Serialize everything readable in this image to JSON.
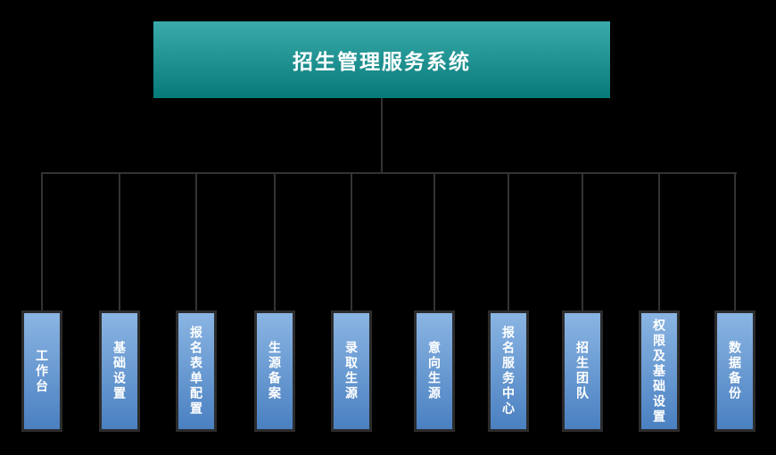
{
  "colors": {
    "bg": "#000000",
    "root-top": "#3aabaa",
    "root-bottom": "#067a79",
    "node-top": "#8ab5e3",
    "node-bottom": "#4a80c1",
    "node-border": "#2c2c2c",
    "line": "#333333",
    "text": "#ffffff"
  },
  "root": {
    "label": "招生管理服务系统"
  },
  "nodes": [
    {
      "label": "工作台"
    },
    {
      "label": "基础设置"
    },
    {
      "label": "报名表单配置"
    },
    {
      "label": "生源备案"
    },
    {
      "label": "录取生源"
    },
    {
      "label": "意向生源"
    },
    {
      "label": "报名服务中心"
    },
    {
      "label": "招生团队"
    },
    {
      "label": "权限及基础设置"
    },
    {
      "label": "数据备份"
    }
  ]
}
